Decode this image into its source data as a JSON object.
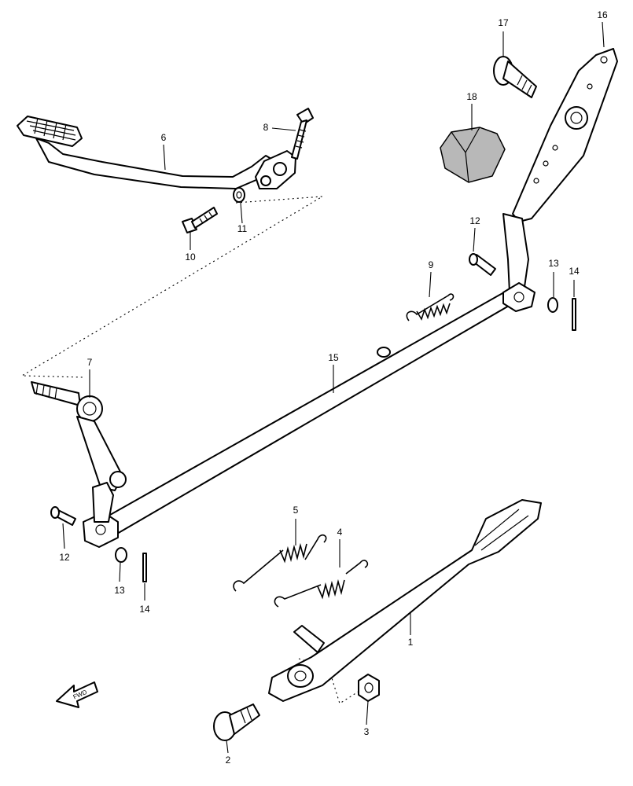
{
  "callouts": {
    "c1": "1",
    "c2": "2",
    "c3": "3",
    "c4": "4",
    "c5": "5",
    "c6": "6",
    "c7": "7",
    "c8": "8",
    "c9": "9",
    "c10": "10",
    "c11": "11",
    "c12a": "12",
    "c12b": "12",
    "c13a": "13",
    "c13b": "13",
    "c14a": "14",
    "c14b": "14",
    "c15": "15",
    "c16": "16",
    "c17": "17",
    "c18": "18"
  },
  "front_arrow": "FWD",
  "colors": {
    "line": "#000000",
    "shade": "#b8b8b8",
    "background": "#ffffff"
  }
}
